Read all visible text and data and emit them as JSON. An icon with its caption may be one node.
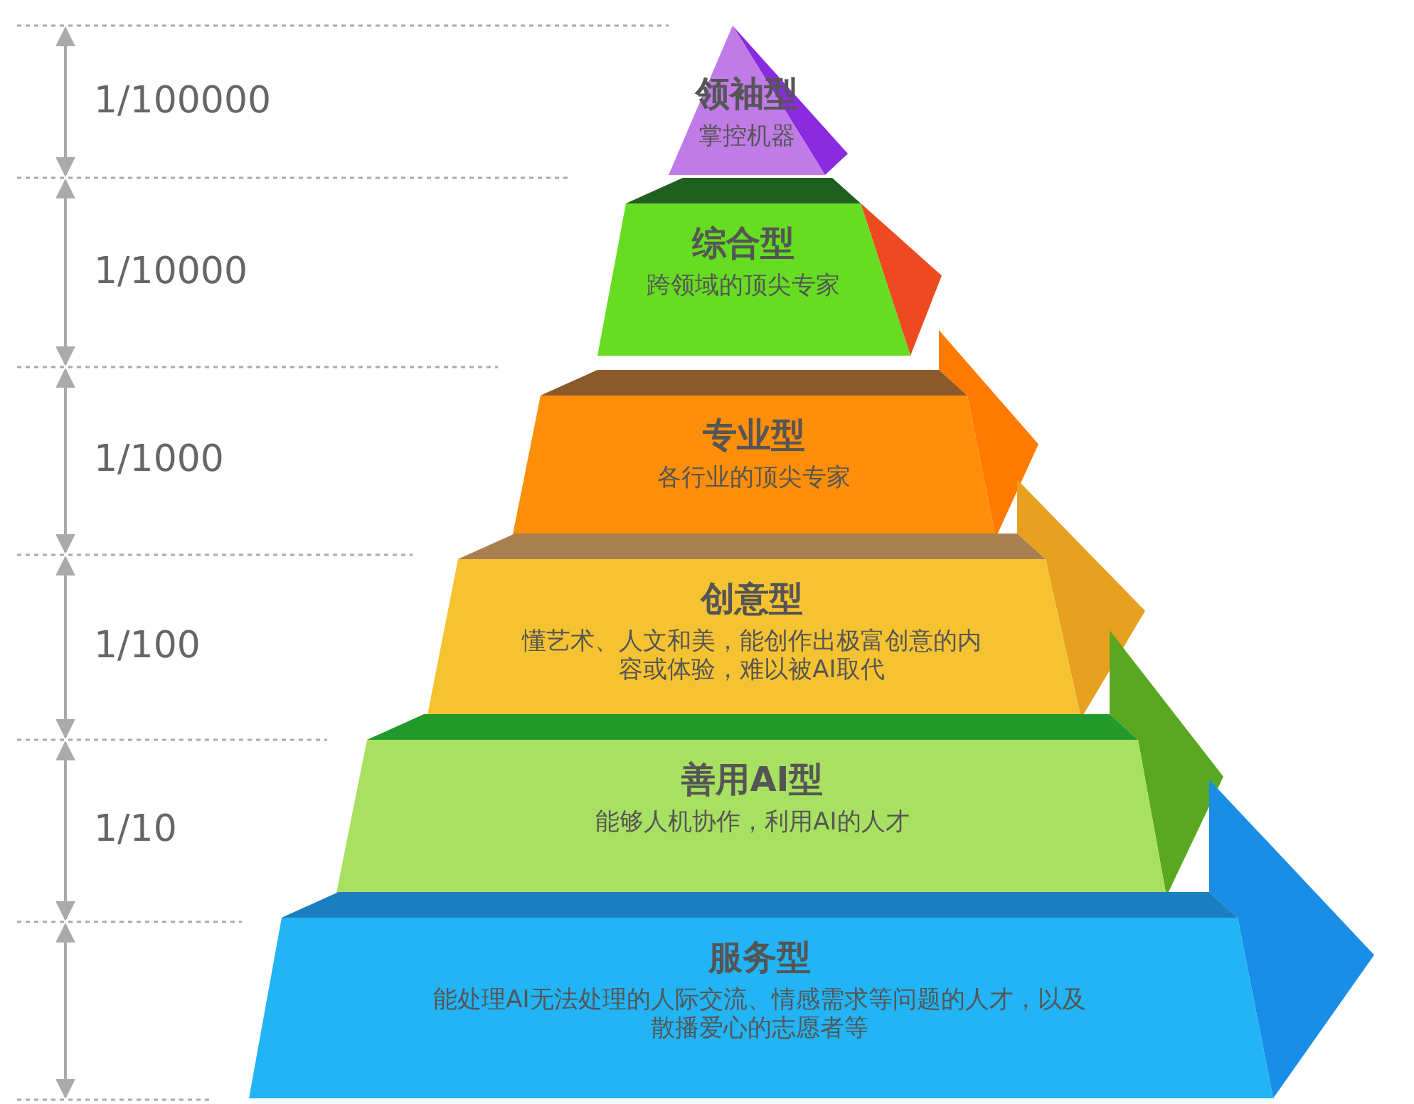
{
  "diagram": {
    "nodes": [
      {
        "text": [
          "领袖型",
          "掌控机器"
        ]
      },
      {
        "text": [
          "综合型",
          "跨领域的顶尖专家"
        ]
      },
      {
        "text": [
          "专业型",
          "各行业的顶尖专家"
        ]
      },
      {
        "text": [
          "创意型",
          "懂艺术、人文和美，能创作出极富创意的内容或体验，难以被AI取代"
        ]
      },
      {
        "text": [
          "善用AI型",
          "能够人机协作，利用AI的人才"
        ]
      },
      {
        "text": [
          "服务型",
          "能处理AI无法处理的人际交流、情感需求等问题的人才，以及散播爱心的志愿者等"
        ]
      }
    ],
    "edges": [],
    "labels": [
      "1/100000",
      "1/10000",
      "1/1000",
      "1/100",
      "1/10"
    ]
  }
}
